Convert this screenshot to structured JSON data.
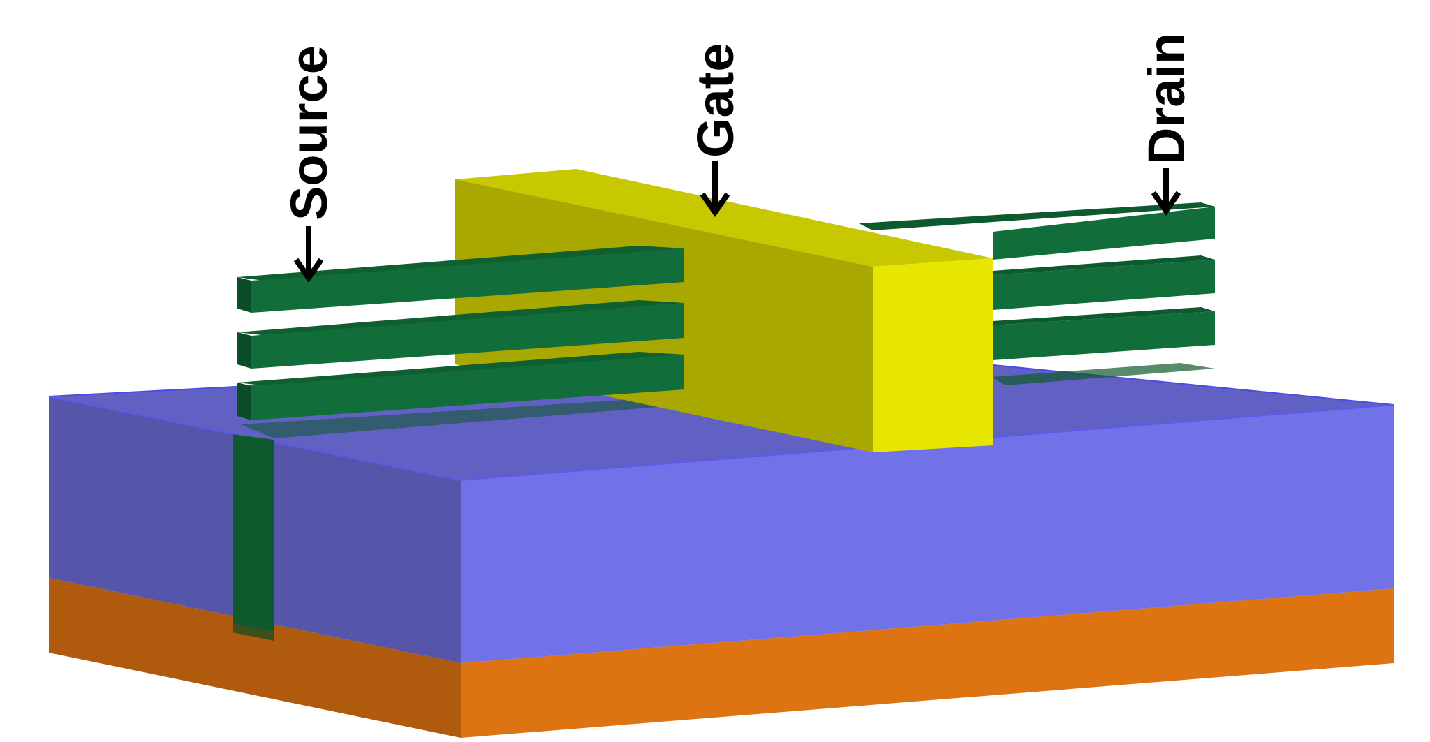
{
  "labels": {
    "source": "Source",
    "gate": "Gate",
    "drain": "Drain"
  },
  "colors": {
    "substrate": "#dd7411",
    "oxide": "#7272e8",
    "gate": "#e6e600",
    "nanosheet": "#116e3a"
  }
}
